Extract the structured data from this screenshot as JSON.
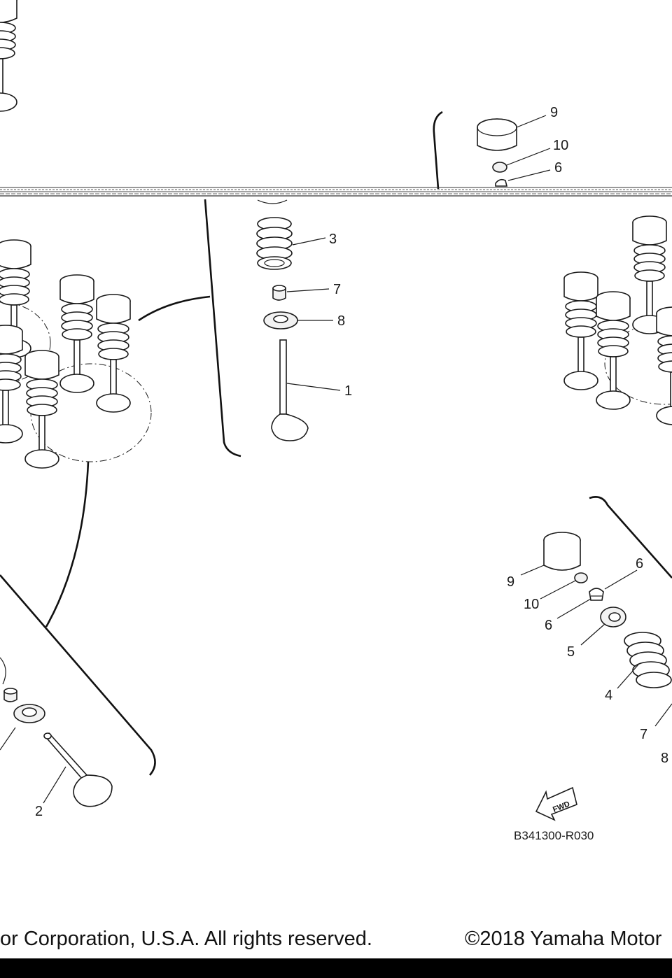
{
  "diagram": {
    "drawing_code": "B341300-R030",
    "fwd_label": "FWD",
    "callouts": {
      "c1": "1",
      "c2": "2",
      "c3": "3",
      "c4": "4",
      "c5": "5",
      "c6a": "6",
      "c6b": "6",
      "c6c": "6",
      "c7a": "7",
      "c7b": "7",
      "c8a": "8",
      "c8b": "8",
      "c9a": "9",
      "c9b": "9",
      "c10a": "10",
      "c10b": "10"
    }
  },
  "footer": {
    "left_text": "or Corporation, U.S.A. All rights reserved.",
    "right_text": "©2018 Yamaha Motor"
  }
}
